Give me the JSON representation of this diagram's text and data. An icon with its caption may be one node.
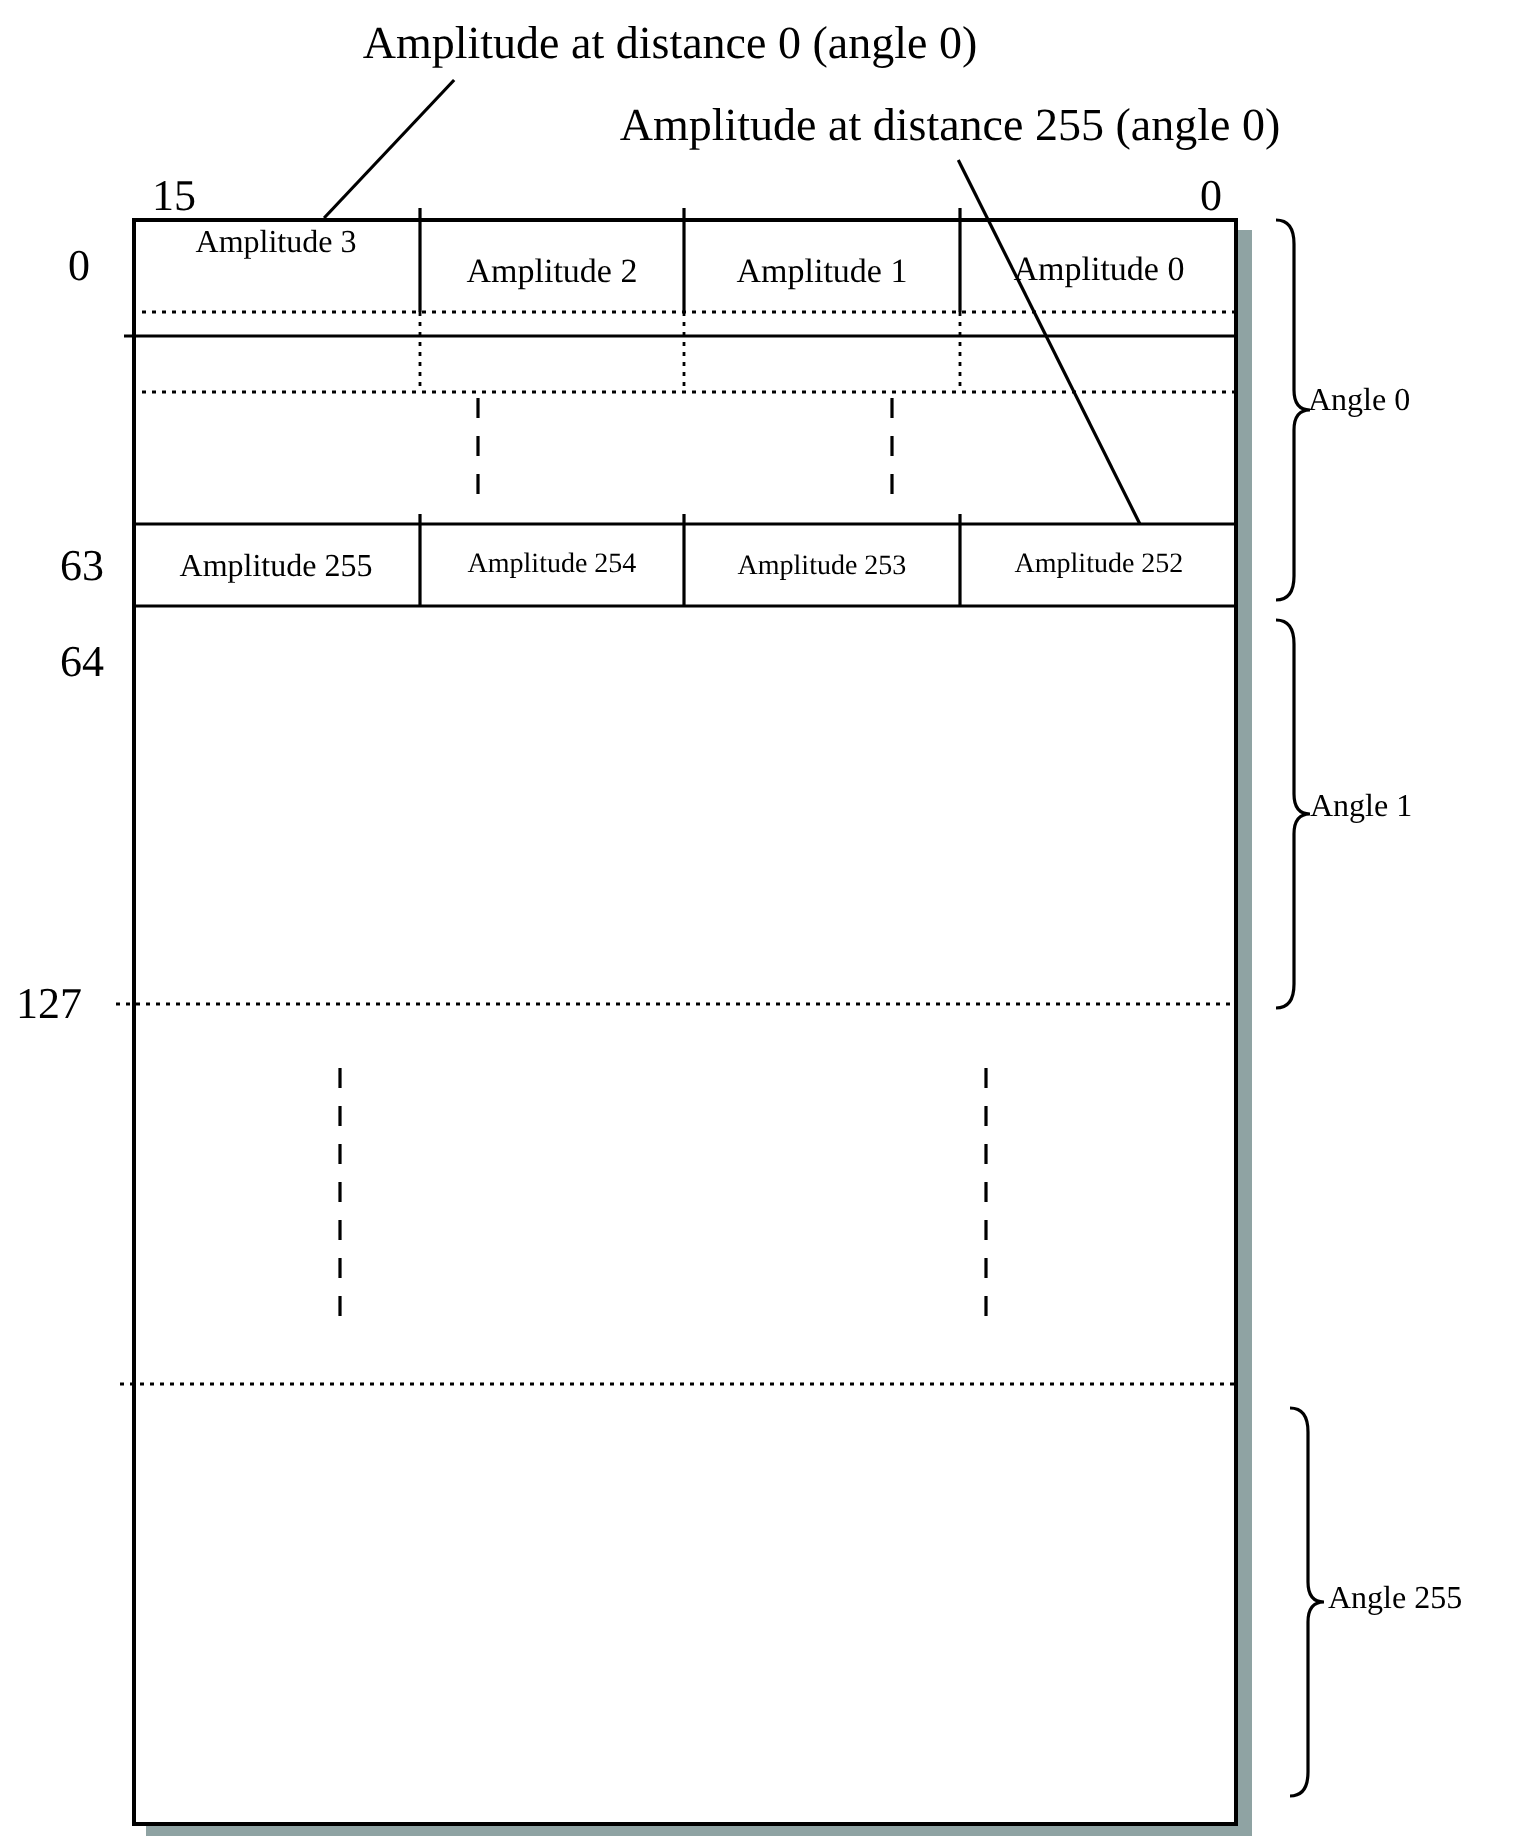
{
  "diagram": {
    "nodes": [
      {
        "text": [],
        "shape": "box"
      },
      {
        "text": [
          "Amplitude 3"
        ],
        "in": 0
      },
      {
        "text": [
          "Amplitude 2"
        ],
        "in": 0
      },
      {
        "text": [
          "Amplitude 1"
        ],
        "in": 0
      },
      {
        "text": [
          "Amplitude 0"
        ],
        "in": 0
      },
      {
        "text": [
          "Amplitude 255"
        ],
        "in": 0
      },
      {
        "text": [
          "Amplitude 254"
        ],
        "in": 0
      },
      {
        "text": [
          "Amplitude 253"
        ],
        "in": 0
      },
      {
        "text": [
          "Amplitude 252"
        ],
        "in": 0
      },
      {
        "text": [
          "Amplitude at distance 0 (angle 0)"
        ]
      },
      {
        "text": [
          "Amplitude at distance 255 (angle 0)"
        ]
      }
    ],
    "edges": [
      {
        "from": 9,
        "to": 1,
        "arrow": "none"
      },
      {
        "from": 10,
        "to": 8,
        "arrow": "none"
      }
    ],
    "labels": [
      "15",
      "0",
      "0",
      "63",
      "64",
      "127",
      "Angle 0",
      "Angle 1",
      "Angle 255"
    ]
  }
}
